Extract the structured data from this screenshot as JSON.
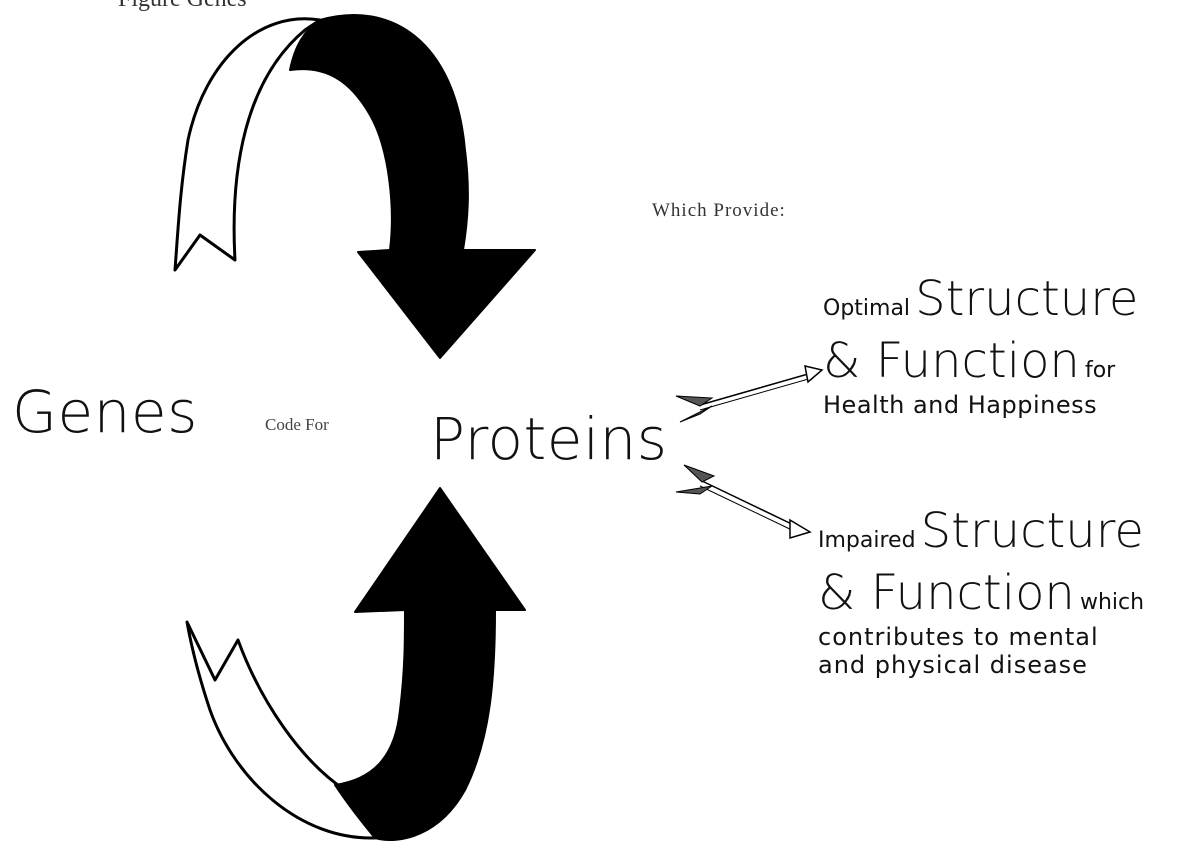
{
  "diagram": {
    "top_cropped_text": "Figure Genes",
    "left_node": "Genes",
    "connector_label": "Code For",
    "right_node": "Proteins",
    "provides_label": "Which Provide:",
    "outcome_positive": {
      "prefix": "Optimal",
      "word1": "Structure",
      "amp": "& Function",
      "suffix": "for",
      "line3": "Health and Happiness"
    },
    "outcome_negative": {
      "prefix": "Impaired",
      "word1": "Structure",
      "amp": "& Function",
      "suffix": "which",
      "line3": "contributes to mental",
      "line4": "and physical disease"
    }
  }
}
